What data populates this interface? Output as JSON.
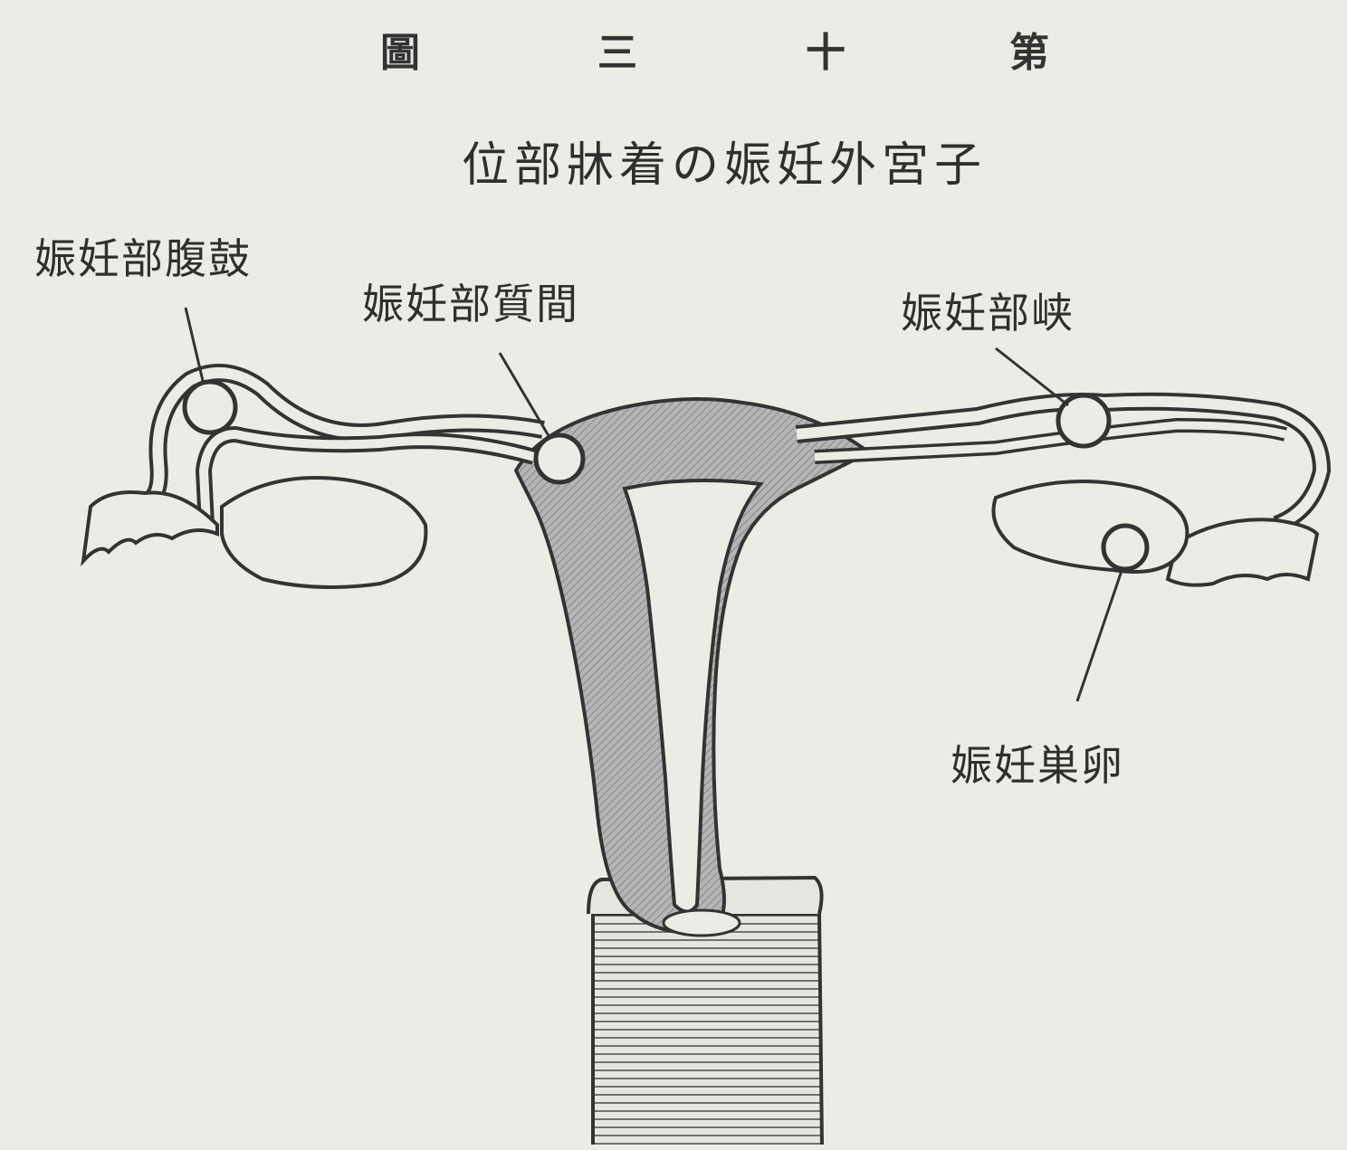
{
  "figure_heading": [
    "圖",
    "三",
    "十",
    "第"
  ],
  "title": "位部牀着の娠妊外宮子",
  "labels": {
    "abdominal": "娠妊部腹鼓",
    "interstitial": "娠妊部質間",
    "isthmic": "娠妊部峡",
    "ovarian": "娠妊巣卵"
  },
  "colors": {
    "background": "#ecebe6",
    "ink": "#3a3a3a",
    "tissue": "#a9a9a9"
  }
}
